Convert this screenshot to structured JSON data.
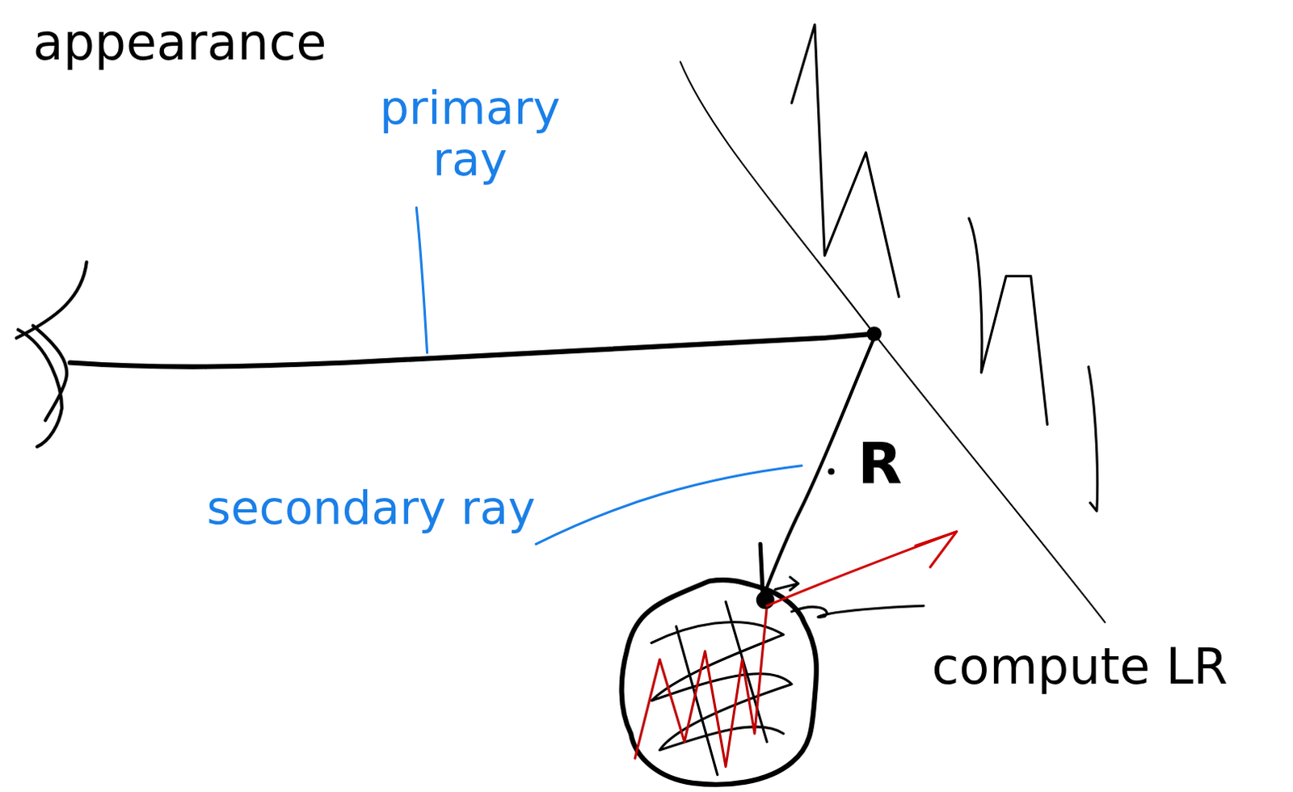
{
  "diagram": {
    "labels": [
      "appearance",
      "primary ray",
      "secondary ray",
      "R",
      "compute LR"
    ]
  }
}
